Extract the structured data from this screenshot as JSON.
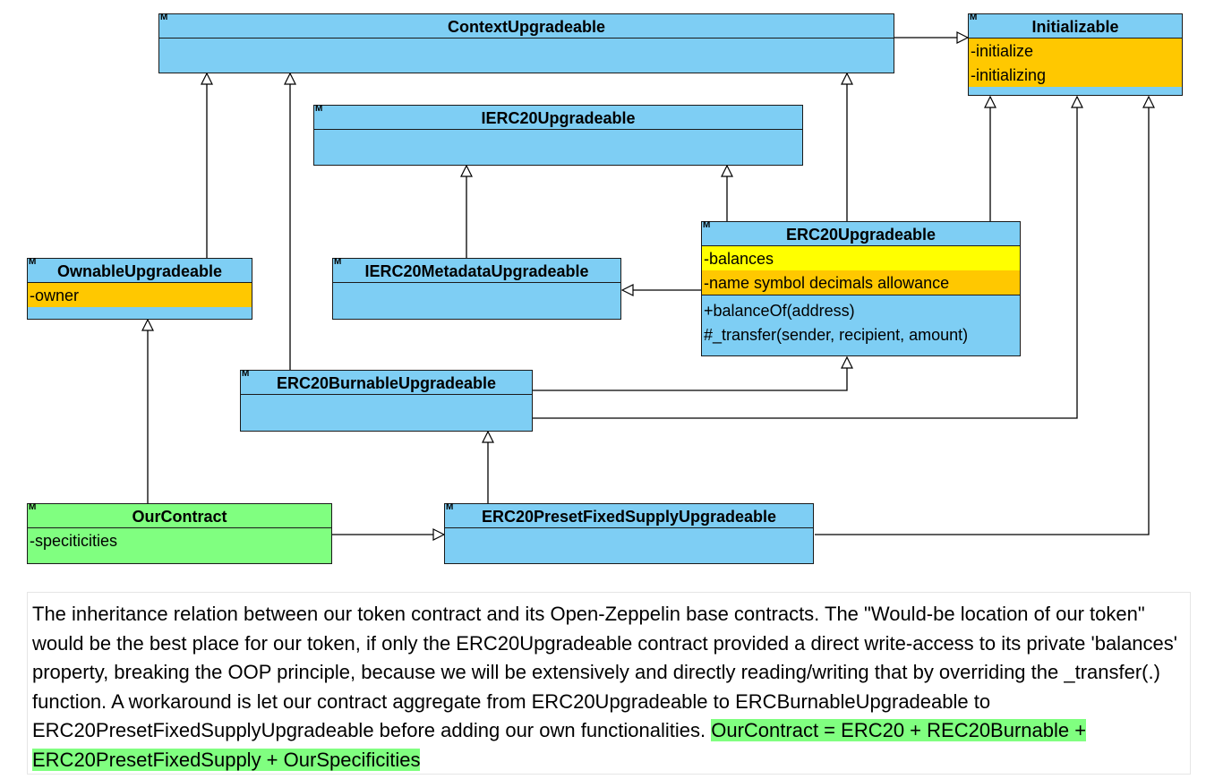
{
  "stereotype_marker": "M",
  "classes": {
    "context": {
      "name": "ContextUpgradeable"
    },
    "initializable": {
      "name": "Initializable",
      "attrs": [
        "-initialize",
        "-initializing"
      ]
    },
    "ierc20": {
      "name": "IERC20Upgradeable"
    },
    "erc20": {
      "name": "ERC20Upgradeable",
      "attrs": [
        "-balances",
        "-name symbol decimals allowance"
      ],
      "ops": [
        "+balanceOf(address)",
        "#_transfer(sender, recipient, amount)"
      ]
    },
    "ownable": {
      "name": "OwnableUpgradeable",
      "attrs": [
        "-owner"
      ]
    },
    "metadata": {
      "name": "IERC20MetadataUpgradeable"
    },
    "burnable": {
      "name": "ERC20BurnableUpgradeable"
    },
    "ourcontract": {
      "name": "OurContract",
      "attrs": [
        "-speciticities"
      ]
    },
    "preset": {
      "name": "ERC20PresetFixedSupplyUpgradeable"
    }
  },
  "colors": {
    "class_fill": "#7ecef4",
    "highlight_green": "#80ff80",
    "attr_orange": "#ffc800",
    "attr_yellow": "#ffff00"
  },
  "caption": {
    "text": "The inheritance relation between our token contract and its Open-Zeppelin base contracts. The \"Would-be location of our token\" would be the best place for our token, if only the ERC20Upgradeable contract provided a direct write-access to its private 'balances' property, breaking the OOP principle, because we will be extensively and directly reading/writing that by overriding the _transfer(.) function. A workaround is let our contract aggregate from ERC20Upgradeable to ERCBurnableUpgradeable to ERC20PresetFixedSupplyUpgradeable before adding our own functionalities. ",
    "highlight": "OurContract = ERC20 + REC20Burnable + ERC20PresetFixedSupply + OurSpecificities"
  }
}
